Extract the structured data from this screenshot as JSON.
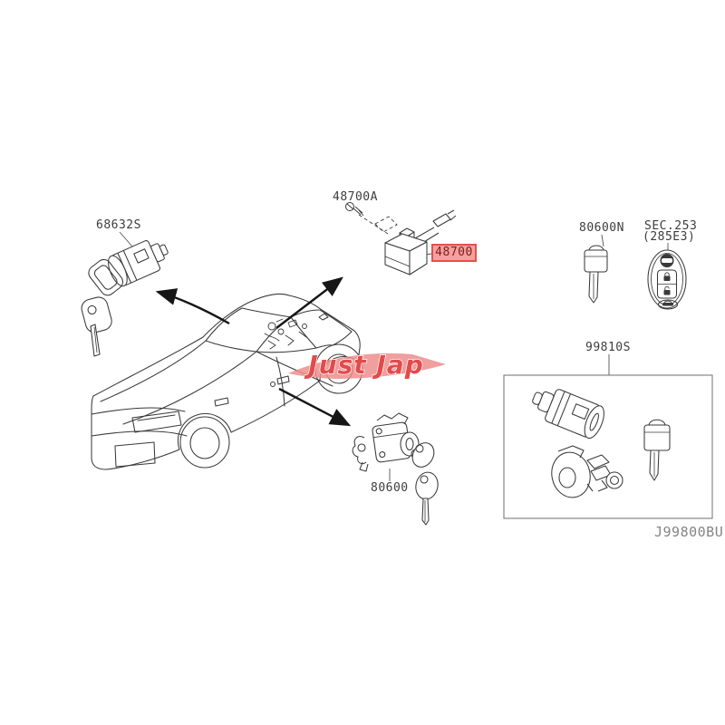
{
  "diagram": {
    "type": "vehicle key and lock set parts diagram",
    "watermark": "Just Jap",
    "footer_code": "J99800BU",
    "labels": {
      "trunk_lock": "68632S",
      "screw": "48700A",
      "steering_lock": "48700",
      "key_blank": "80600N",
      "sec_ref_line1": "SEC.253",
      "sec_ref_line2": "(285E3)",
      "lock_set": "99810S",
      "door_lock": "80600"
    },
    "colors": {
      "line": "#3a3a3a",
      "label_text": "#3d3d3d",
      "highlight_bg": "#f5a09e",
      "highlight_border": "#e0524c",
      "highlight_text": "#7c1f1c",
      "watermark_text": "#e34b4b",
      "watermark_swoosh": "#ef8d8d",
      "footer_text": "#858585",
      "box_border": "#6f6f6f"
    }
  }
}
